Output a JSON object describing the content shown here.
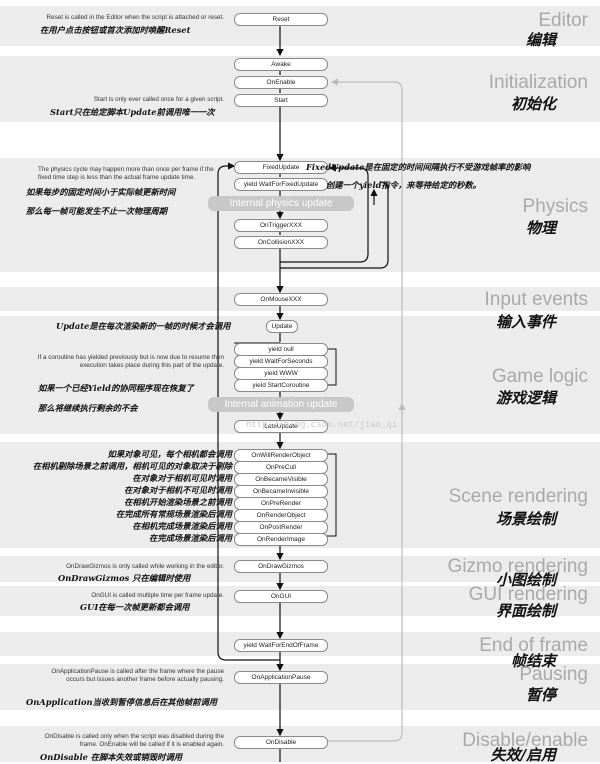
{
  "sections": {
    "editor": {
      "en": "Editor",
      "zh": "编辑"
    },
    "initialization": {
      "en": "Initialization",
      "zh": "初始化"
    },
    "physics": {
      "en": "Physics",
      "zh": "物理"
    },
    "input": {
      "en": "Input events",
      "zh": "输入事件"
    },
    "gamelogic": {
      "en": "Game logic",
      "zh": "游戏逻辑"
    },
    "scene": {
      "en": "Scene rendering",
      "zh": "场景绘制"
    },
    "gizmo": {
      "en": "Gizmo rendering",
      "zh": "小图绘制"
    },
    "gui": {
      "en": "GUI rendering",
      "zh": "界面绘制"
    },
    "endframe": {
      "en": "End of frame",
      "zh": "帧结束"
    },
    "pausing": {
      "en": "Pausing",
      "zh": "暂停"
    },
    "disable": {
      "en": "Disable/enable",
      "zh": "失效/启用"
    }
  },
  "nodes": {
    "reset": "Reset",
    "awake": "Awake",
    "onenable": "OnEnable",
    "start": "Start",
    "fixedupdate": "FixedUpdate",
    "yieldfixed": "yield WaitForFixedUpdate",
    "ontrigger": "OnTriggerXXX",
    "oncollision": "OnCollisionXXX",
    "onmouse": "OnMouseXXX",
    "update": "Update",
    "yieldnull": "yield null",
    "yieldseconds": "yield WaitForSeconds",
    "yieldwww": "yield WWW",
    "yieldcoroutine": "yield StartCoroutine",
    "lateupdate": "LateUpdate",
    "onwillrender": "OnWillRenderObject",
    "onprecull": "OnPreCull",
    "onbecamevisible": "OnBecameVisible",
    "onbecameinvisible": "OnBecameInvisible",
    "onprerender": "OnPreRender",
    "onrenderobject": "OnRenderObject",
    "onpostrender": "OnPostRender",
    "onrenderimage": "OnRenderImage",
    "ondrawgizmos": "OnDrawGizmos",
    "ongui": "OnGUI",
    "yieldendframe": "yield WaitForEndOfFrame",
    "onapppause": "OnApplicationPause",
    "ondisable": "OnDisable"
  },
  "pills": {
    "physics": "Internal physics update",
    "animation": "Internal animation update"
  },
  "notes": {
    "reset_en": "Reset is called in the Editor when the script is attached or reset.",
    "reset_cn": "在用户点击按钮或首次添加时唤醒Reset",
    "start_en": "Start is only ever called once for a given script.",
    "start_cn": "Start只在给定脚本Update前调用唯一一次",
    "physics_en": "The physics cycle may happen more than once per frame if the fixed time step is less than the actual frame update time.",
    "physics_cn1": "如果每步的固定时间小于实际帧更新时间",
    "physics_cn2": "那么每一帧可能发生不止一次物理周期",
    "fixed_cn": "FixedUpdate是在固定的时间间隔执行不受游戏帧率的影响",
    "yieldfixed_cn": "创建一个yield指令，来等待给定的秒数。",
    "update_cn": "Update是在每次渲染新的一帧的时候才会调用",
    "coroutine_en": "If a coroutine has yielded previously but is now due to resume then execution takes place during this part of the update.",
    "coroutine_cn1": "如果一个已经Yield的协同程序现在恢复了",
    "coroutine_cn2": "那么将继续执行剩余的不会",
    "willrender_cn": "如果对象可见，每个相机都会调用",
    "precull_cn": "在相机剔除场景之前调用，相机可见的对象取决于剔除",
    "visible_cn": "在对象对于相机可见时调用",
    "invisible_cn": "在对象对于相机不可见时调用",
    "prerender_cn": "在相机开始渲染场景之前调用",
    "renderobject_cn": "在完成所有常规场景渲染后调用",
    "postrender_cn": "在相机完成场景渲染后调用",
    "renderimage_cn": "在完成场景渲染后调用",
    "gizmos_en": "OnDrawGizmos is only called while working in the editor.",
    "gizmos_cn": "OnDrawGizmos 只在编辑时使用",
    "gui_en": "OnGUI is called multiple time per frame update.",
    "gui_cn": "GUI在每一次帧更新都会调用",
    "pause_en": "OnApplicationPause is called after the frame where the pause occurs but issues another frame before actually pausing.",
    "pause_cn": "OnApplication当收到暂停信息后在其他帧前调用",
    "disable_en": "OnDisable is called only when the script was disabled during the frame. OnEnable will be called if it is enabled again.",
    "disable_cn": "OnDisable 在脚本失效或销毁时调用"
  },
  "watermark": "http://blog.csdn.net/jiao_qi"
}
